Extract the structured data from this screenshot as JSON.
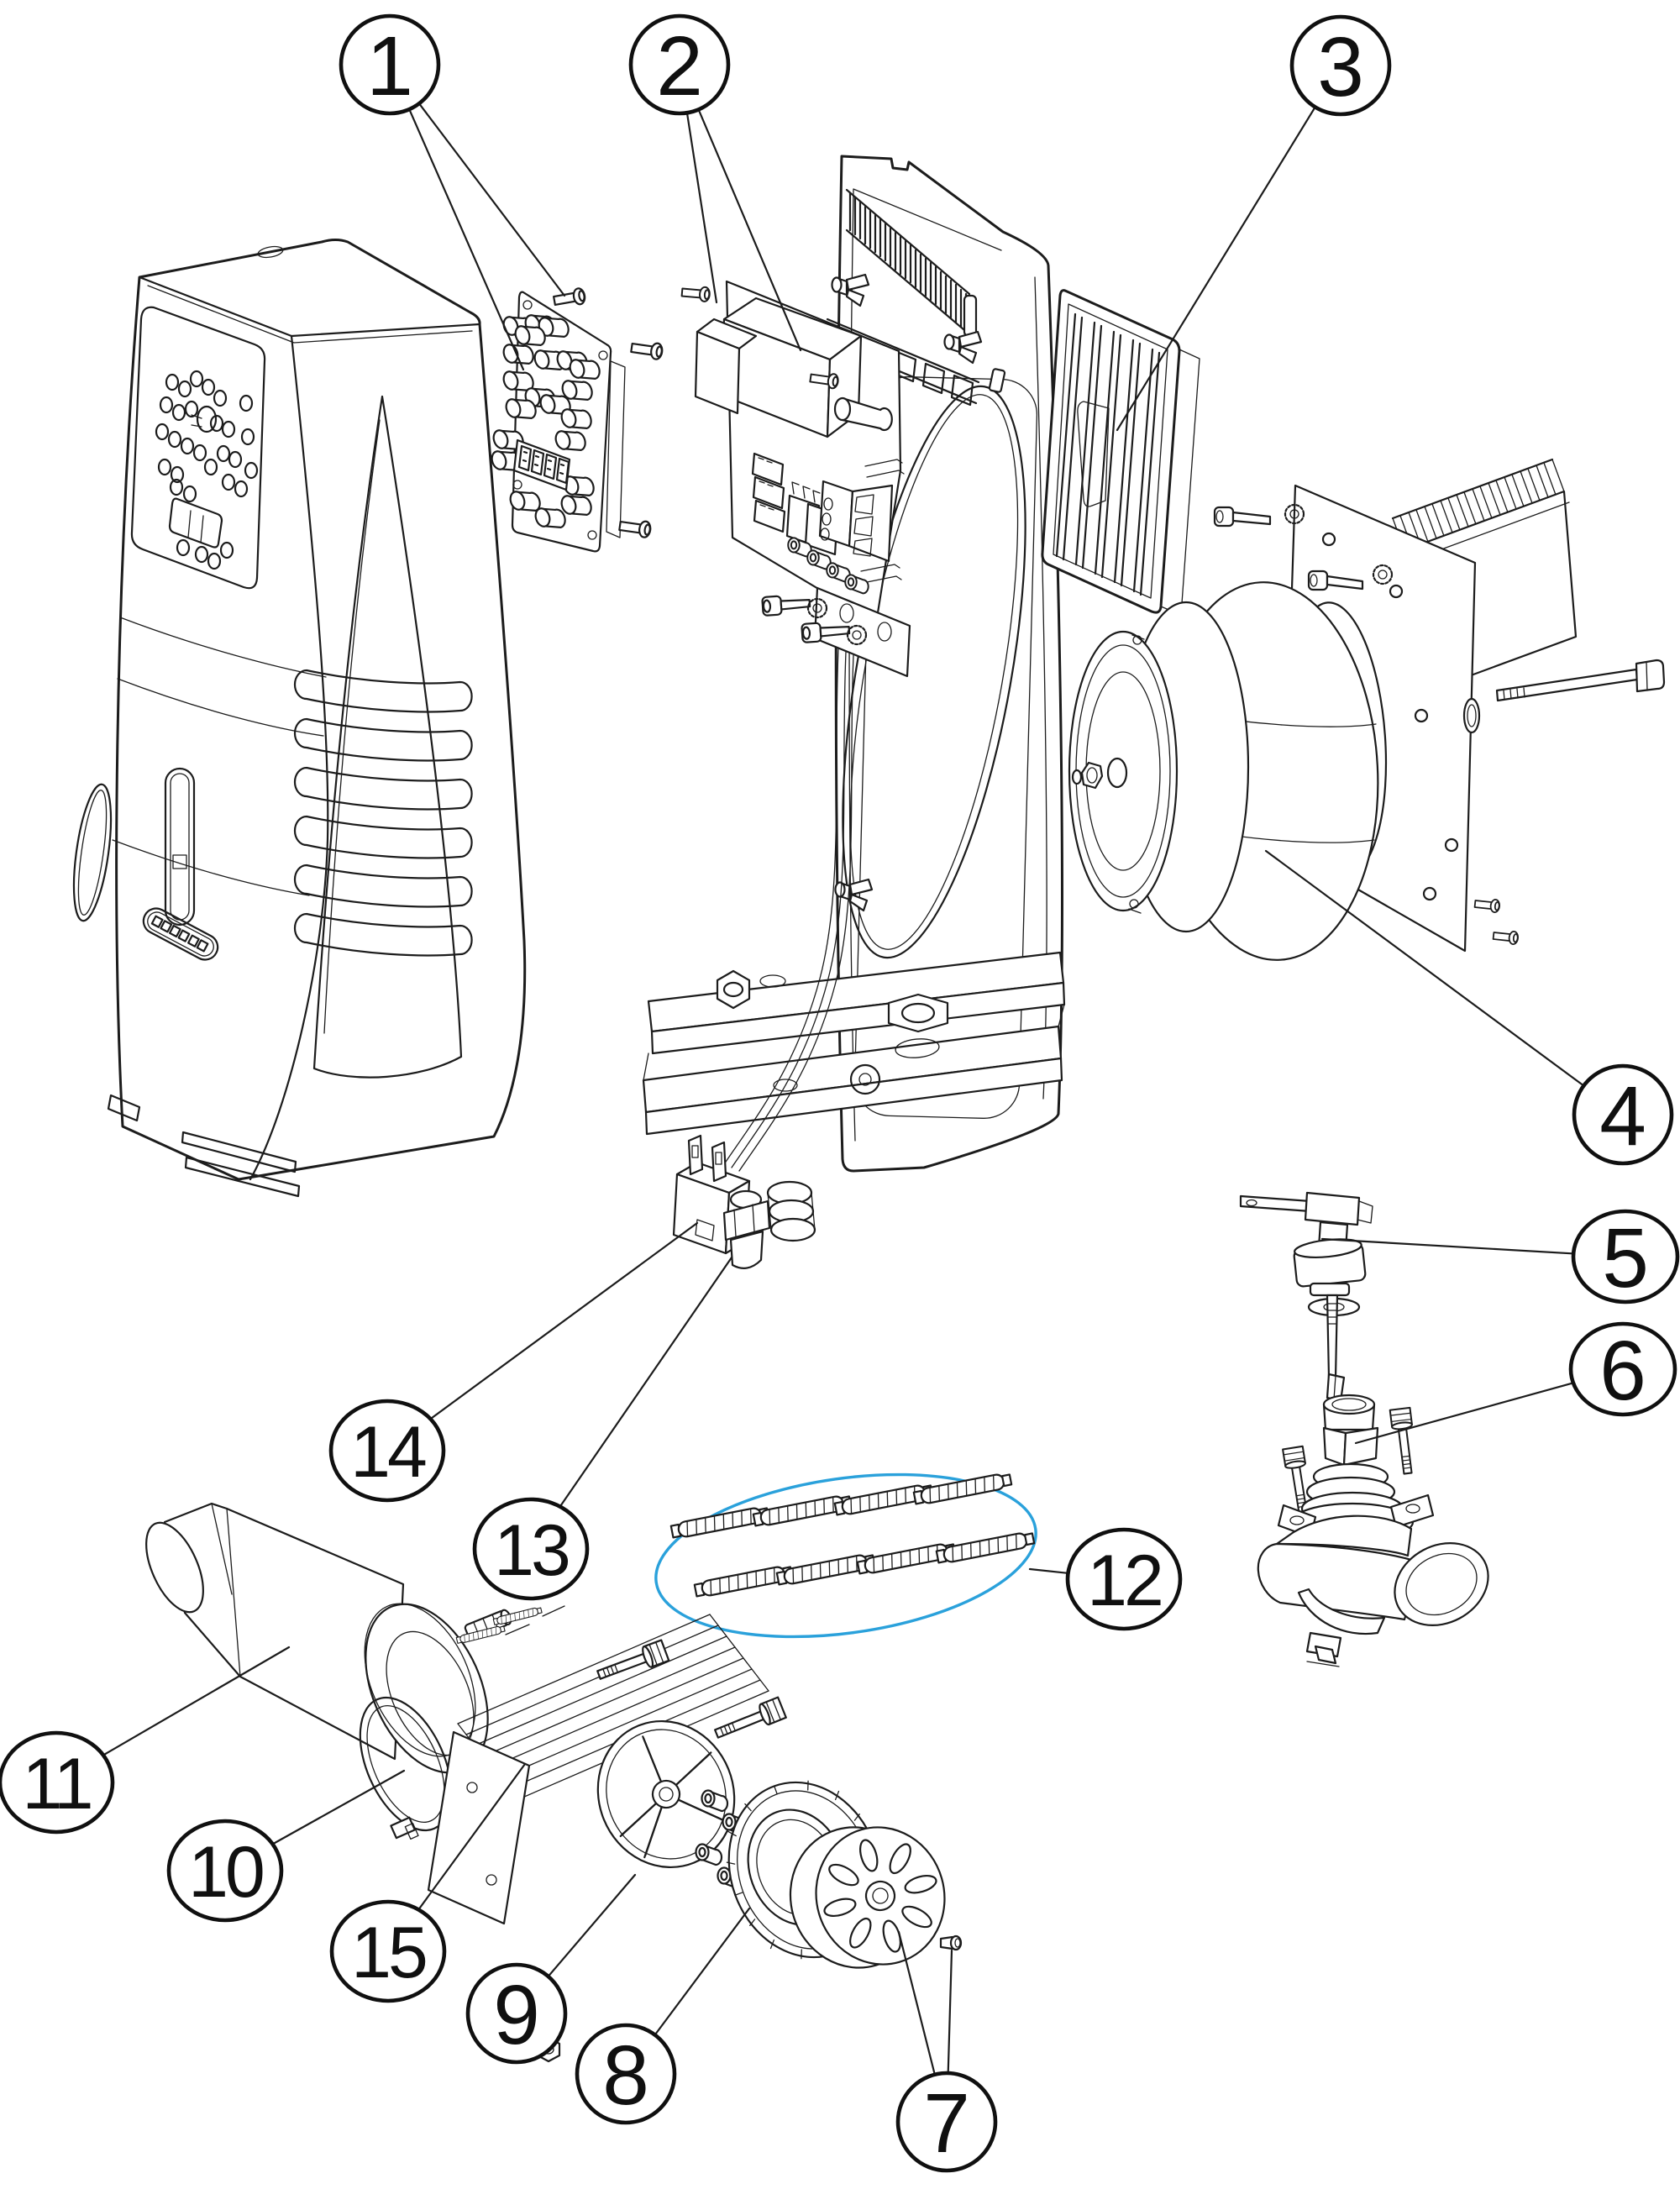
{
  "diagram": {
    "kind": "exploded-parts-diagram"
  },
  "colors": {
    "background": "#ffffff",
    "line": "#1c1c1c",
    "leader": "#2aa1db",
    "callout_fill": "#ffffff",
    "callout_stroke": "#101010",
    "callout_text": "#101010"
  },
  "callouts": [
    {
      "label": "1"
    },
    {
      "label": "2"
    },
    {
      "label": "3"
    },
    {
      "label": "4"
    },
    {
      "label": "5"
    },
    {
      "label": "6"
    },
    {
      "label": "7"
    },
    {
      "label": "8"
    },
    {
      "label": "9"
    },
    {
      "label": "10"
    },
    {
      "label": "11"
    },
    {
      "label": "12"
    },
    {
      "label": "13"
    },
    {
      "label": "14"
    },
    {
      "label": "15"
    }
  ]
}
